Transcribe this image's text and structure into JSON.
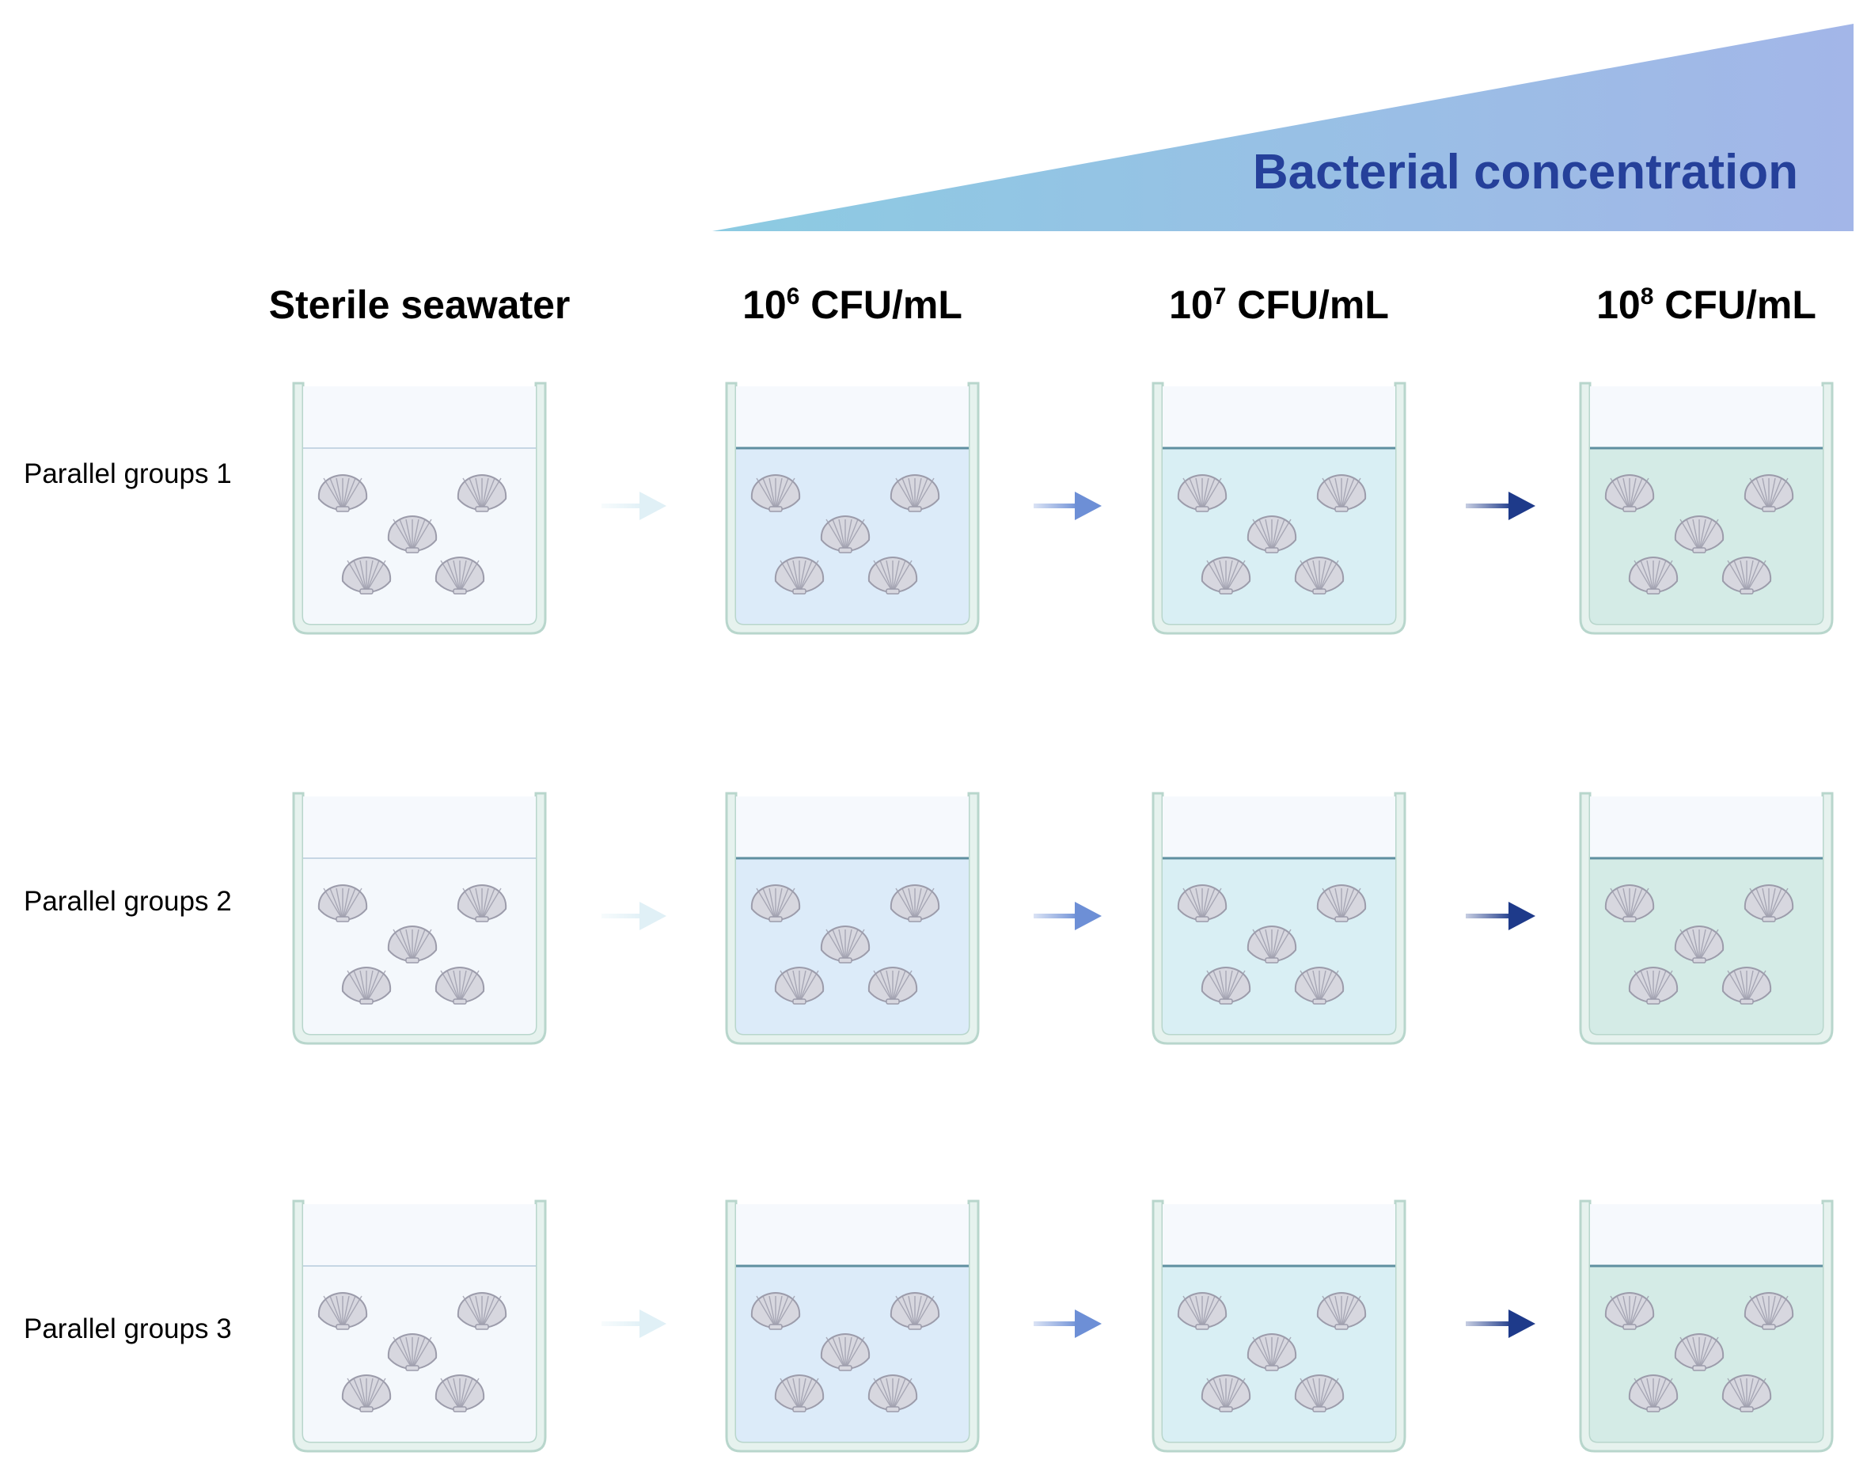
{
  "banner": {
    "title": "Bacterial concentration",
    "gradient_start": "#8ccbe2",
    "gradient_end": "#a3b6e8",
    "title_color": "#25409a"
  },
  "columns": [
    {
      "label_main": "Sterile seawater",
      "exponent": "",
      "unit": "",
      "water_color": "#f4f8fc",
      "arrow_color": ""
    },
    {
      "label_main": "10",
      "exponent": "6",
      "unit": " CFU/mL",
      "water_color": "#dcebf9",
      "arrow_color": "#e0f0f6"
    },
    {
      "label_main": "10",
      "exponent": "7",
      "unit": " CFU/mL",
      "water_color": "#d9eff4",
      "arrow_color": "#6d8fd6"
    },
    {
      "label_main": "10",
      "exponent": "8",
      "unit": " CFU/mL",
      "water_color": "#d4ebe6",
      "arrow_color": "#1e3a8a"
    }
  ],
  "rows": [
    {
      "label": "Parallel groups 1"
    },
    {
      "label": "Parallel groups 2"
    },
    {
      "label": "Parallel groups 3"
    }
  ],
  "shells_per_beaker": 5,
  "colors": {
    "beaker_wall": "#b8d6cc",
    "beaker_wall_fill": "#e6f2ee",
    "shell": "#d7d7df",
    "shell_edge": "#9c9cab"
  }
}
